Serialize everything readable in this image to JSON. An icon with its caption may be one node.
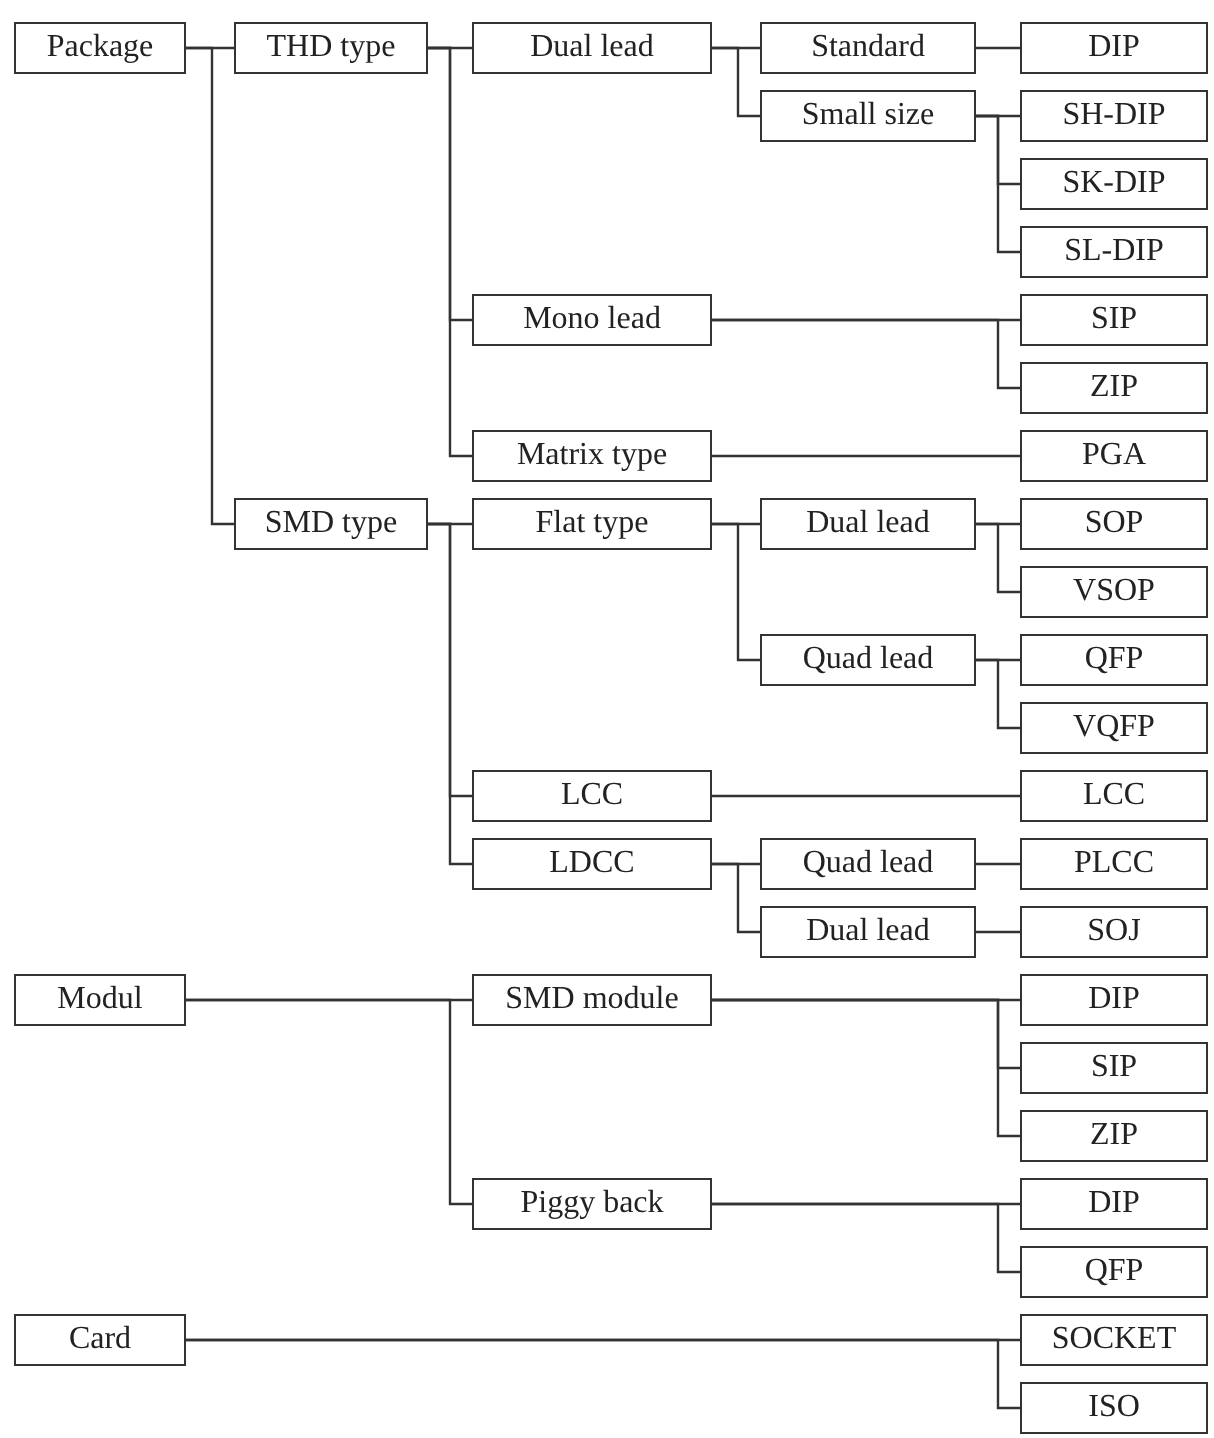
{
  "diagram": {
    "nodes": [
      {
        "text": [
          "Package"
        ]
      },
      {
        "text": [
          "THD type"
        ]
      },
      {
        "text": [
          "Dual lead"
        ]
      },
      {
        "text": [
          "Standard"
        ]
      },
      {
        "text": [
          "DIP"
        ]
      },
      {
        "text": [
          "Small size"
        ]
      },
      {
        "text": [
          "SH-DIP"
        ]
      },
      {
        "text": [
          "SK-DIP"
        ]
      },
      {
        "text": [
          "SL-DIP"
        ]
      },
      {
        "text": [
          "Mono lead"
        ]
      },
      {
        "text": [
          "SIP"
        ]
      },
      {
        "text": [
          "ZIP"
        ]
      },
      {
        "text": [
          "Matrix type"
        ]
      },
      {
        "text": [
          "PGA"
        ]
      },
      {
        "text": [
          "SMD type"
        ]
      },
      {
        "text": [
          "Flat type"
        ]
      },
      {
        "text": [
          "Dual lead"
        ]
      },
      {
        "text": [
          "SOP"
        ]
      },
      {
        "text": [
          "VSOP"
        ]
      },
      {
        "text": [
          "Quad lead"
        ]
      },
      {
        "text": [
          "QFP"
        ]
      },
      {
        "text": [
          "VQFP"
        ]
      },
      {
        "text": [
          "LCC"
        ]
      },
      {
        "text": [
          "LCC"
        ]
      },
      {
        "text": [
          "LDCC"
        ]
      },
      {
        "text": [
          "Quad lead"
        ]
      },
      {
        "text": [
          "PLCC"
        ]
      },
      {
        "text": [
          "Dual lead"
        ]
      },
      {
        "text": [
          "SOJ"
        ]
      },
      {
        "text": [
          "Modul"
        ]
      },
      {
        "text": [
          "SMD module"
        ]
      },
      {
        "text": [
          "DIP"
        ]
      },
      {
        "text": [
          "SIP"
        ]
      },
      {
        "text": [
          "ZIP"
        ]
      },
      {
        "text": [
          "Piggy back"
        ]
      },
      {
        "text": [
          "DIP"
        ]
      },
      {
        "text": [
          "QFP"
        ]
      },
      {
        "text": [
          "Card"
        ]
      },
      {
        "text": [
          "SOCKET"
        ]
      },
      {
        "text": [
          "ISO"
        ]
      }
    ],
    "edges": [
      {
        "from": 0,
        "to": 1,
        "arrow": "none"
      },
      {
        "from": 1,
        "to": 2,
        "arrow": "none"
      },
      {
        "from": 2,
        "to": 3,
        "arrow": "none"
      },
      {
        "from": 3,
        "to": 4,
        "arrow": "none"
      },
      {
        "from": 2,
        "to": 5,
        "arrow": "none"
      },
      {
        "from": 5,
        "to": 6,
        "arrow": "none"
      },
      {
        "from": 5,
        "to": 7,
        "arrow": "none"
      },
      {
        "from": 5,
        "to": 8,
        "arrow": "none"
      },
      {
        "from": 1,
        "to": 9,
        "arrow": "none"
      },
      {
        "from": 9,
        "to": 10,
        "arrow": "none"
      },
      {
        "from": 9,
        "to": 11,
        "arrow": "none"
      },
      {
        "from": 1,
        "to": 12,
        "arrow": "none"
      },
      {
        "from": 12,
        "to": 13,
        "arrow": "none"
      },
      {
        "from": 0,
        "to": 14,
        "arrow": "none"
      },
      {
        "from": 14,
        "to": 15,
        "arrow": "none"
      },
      {
        "from": 15,
        "to": 16,
        "arrow": "none"
      },
      {
        "from": 16,
        "to": 17,
        "arrow": "none"
      },
      {
        "from": 16,
        "to": 18,
        "arrow": "none"
      },
      {
        "from": 15,
        "to": 19,
        "arrow": "none"
      },
      {
        "from": 19,
        "to": 20,
        "arrow": "none"
      },
      {
        "from": 19,
        "to": 21,
        "arrow": "none"
      },
      {
        "from": 14,
        "to": 22,
        "arrow": "none"
      },
      {
        "from": 22,
        "to": 23,
        "arrow": "none"
      },
      {
        "from": 14,
        "to": 24,
        "arrow": "none"
      },
      {
        "from": 24,
        "to": 25,
        "arrow": "none"
      },
      {
        "from": 25,
        "to": 26,
        "arrow": "none"
      },
      {
        "from": 24,
        "to": 27,
        "arrow": "none"
      },
      {
        "from": 27,
        "to": 28,
        "arrow": "none"
      },
      {
        "from": 29,
        "to": 30,
        "arrow": "none"
      },
      {
        "from": 30,
        "to": 31,
        "arrow": "none"
      },
      {
        "from": 30,
        "to": 32,
        "arrow": "none"
      },
      {
        "from": 30,
        "to": 33,
        "arrow": "none"
      },
      {
        "from": 29,
        "to": 34,
        "arrow": "none"
      },
      {
        "from": 34,
        "to": 35,
        "arrow": "none"
      },
      {
        "from": 34,
        "to": 36,
        "arrow": "none"
      },
      {
        "from": 37,
        "to": 38,
        "arrow": "none"
      },
      {
        "from": 37,
        "to": 39,
        "arrow": "none"
      }
    ]
  }
}
